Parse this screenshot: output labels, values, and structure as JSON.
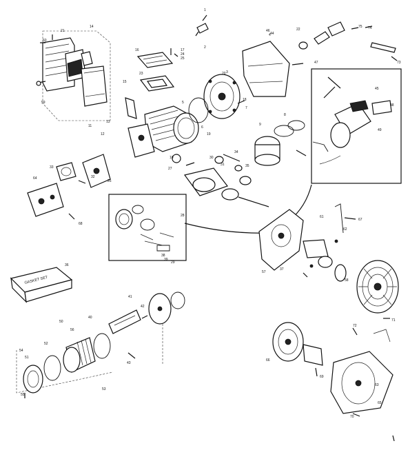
{
  "callouts": [
    {
      "id": "c1",
      "text": "1"
    },
    {
      "id": "c2",
      "text": "2"
    },
    {
      "id": "c3",
      "text": "3"
    },
    {
      "id": "c4",
      "text": "4"
    },
    {
      "id": "c5",
      "text": "5"
    },
    {
      "id": "c6",
      "text": "6"
    },
    {
      "id": "c7",
      "text": "7"
    },
    {
      "id": "c8",
      "text": "8"
    },
    {
      "id": "c9",
      "text": "9"
    },
    {
      "id": "c10",
      "text": "10"
    },
    {
      "id": "c11",
      "text": "11"
    },
    {
      "id": "c12",
      "text": "12"
    },
    {
      "id": "c13",
      "text": "13"
    },
    {
      "id": "c14",
      "text": "14"
    },
    {
      "id": "c15",
      "text": "15"
    },
    {
      "id": "c16",
      "text": "16"
    },
    {
      "id": "c17",
      "text": "17"
    },
    {
      "id": "c18",
      "text": "18"
    },
    {
      "id": "c19",
      "text": "19"
    },
    {
      "id": "c20",
      "text": "20"
    },
    {
      "id": "c21",
      "text": "21"
    },
    {
      "id": "c22",
      "text": "22"
    },
    {
      "id": "c23",
      "text": "23"
    },
    {
      "id": "c24",
      "text": "24"
    },
    {
      "id": "c25",
      "text": "25"
    },
    {
      "id": "c26",
      "text": "26"
    },
    {
      "id": "c27",
      "text": "27"
    },
    {
      "id": "c28",
      "text": "28"
    },
    {
      "id": "c29",
      "text": "29"
    },
    {
      "id": "c30",
      "text": "30"
    },
    {
      "id": "c31",
      "text": "31"
    },
    {
      "id": "c32",
      "text": "32"
    },
    {
      "id": "c33",
      "text": "33"
    },
    {
      "id": "c34",
      "text": "34"
    },
    {
      "id": "c35",
      "text": "35"
    },
    {
      "id": "c36",
      "text": "36"
    },
    {
      "id": "c37",
      "text": "37"
    },
    {
      "id": "c38",
      "text": "38"
    },
    {
      "id": "c39",
      "text": "39"
    },
    {
      "id": "c40",
      "text": "40"
    },
    {
      "id": "c41",
      "text": "41"
    },
    {
      "id": "c42",
      "text": "42"
    },
    {
      "id": "c43",
      "text": "43"
    },
    {
      "id": "c44",
      "text": "44"
    },
    {
      "id": "c45",
      "text": "45"
    },
    {
      "id": "c46",
      "text": "46"
    },
    {
      "id": "c47",
      "text": "47"
    },
    {
      "id": "c48",
      "text": "48"
    },
    {
      "id": "c49",
      "text": "49"
    },
    {
      "id": "c50",
      "text": "50"
    },
    {
      "id": "c51",
      "text": "51"
    },
    {
      "id": "c52",
      "text": "52"
    },
    {
      "id": "c53",
      "text": "53"
    },
    {
      "id": "c54",
      "text": "54"
    },
    {
      "id": "c55",
      "text": "55"
    },
    {
      "id": "c56",
      "text": "56"
    },
    {
      "id": "c57",
      "text": "57"
    },
    {
      "id": "c58",
      "text": "58"
    },
    {
      "id": "c59",
      "text": "59"
    },
    {
      "id": "c60",
      "text": "60"
    },
    {
      "id": "c61",
      "text": "61"
    },
    {
      "id": "c62",
      "text": "62"
    },
    {
      "id": "c63",
      "text": "63"
    },
    {
      "id": "c64",
      "text": "64"
    },
    {
      "id": "c65",
      "text": "65"
    },
    {
      "id": "c66",
      "text": "66"
    },
    {
      "id": "c67",
      "text": "67"
    },
    {
      "id": "c68",
      "text": "68"
    },
    {
      "id": "c69",
      "text": "69"
    },
    {
      "id": "c70",
      "text": "70"
    },
    {
      "id": "c71",
      "text": "71"
    },
    {
      "id": "c72",
      "text": "72"
    },
    {
      "id": "c73",
      "text": "73"
    },
    {
      "id": "c74",
      "text": "74"
    },
    {
      "id": "c75",
      "text": "75"
    }
  ],
  "gasket_set_label": "GASKET SET",
  "colors": {
    "ink": "#111111",
    "paper": "#ffffff"
  }
}
